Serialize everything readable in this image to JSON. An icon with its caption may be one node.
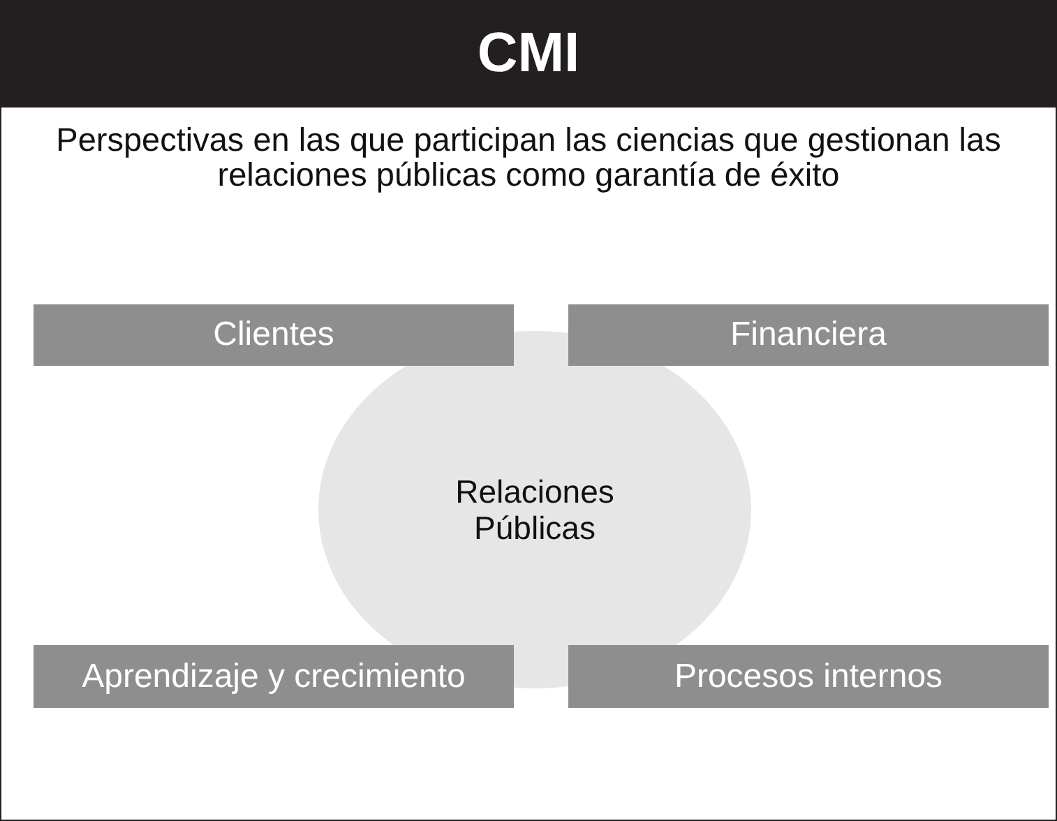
{
  "diagram": {
    "title": "CMI",
    "labels": [
      "Perspectivas en las que participan las ciencias que gestionan las relaciones públicas como garantía de éxito"
    ],
    "nodes": [
      {
        "text": [
          "Relaciones Públicas"
        ]
      },
      {
        "text": [
          "Clientes"
        ]
      },
      {
        "text": [
          "Financiera"
        ]
      },
      {
        "text": [
          "Aprendizaje y crecimiento"
        ]
      },
      {
        "text": [
          "Procesos internos"
        ]
      }
    ]
  }
}
